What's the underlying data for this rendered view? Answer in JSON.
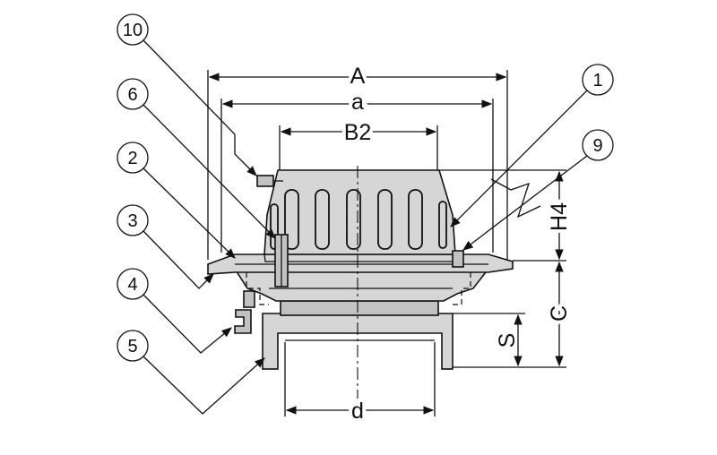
{
  "dimensions": {
    "A": "A",
    "a": "a",
    "B2": "B2",
    "H4": "H4",
    "C": "C",
    "S": "S",
    "d": "d"
  },
  "callouts": {
    "c1": "1",
    "c2": "2",
    "c3": "3",
    "c4": "4",
    "c5": "5",
    "c6": "6",
    "c9": "9",
    "c10": "10"
  }
}
